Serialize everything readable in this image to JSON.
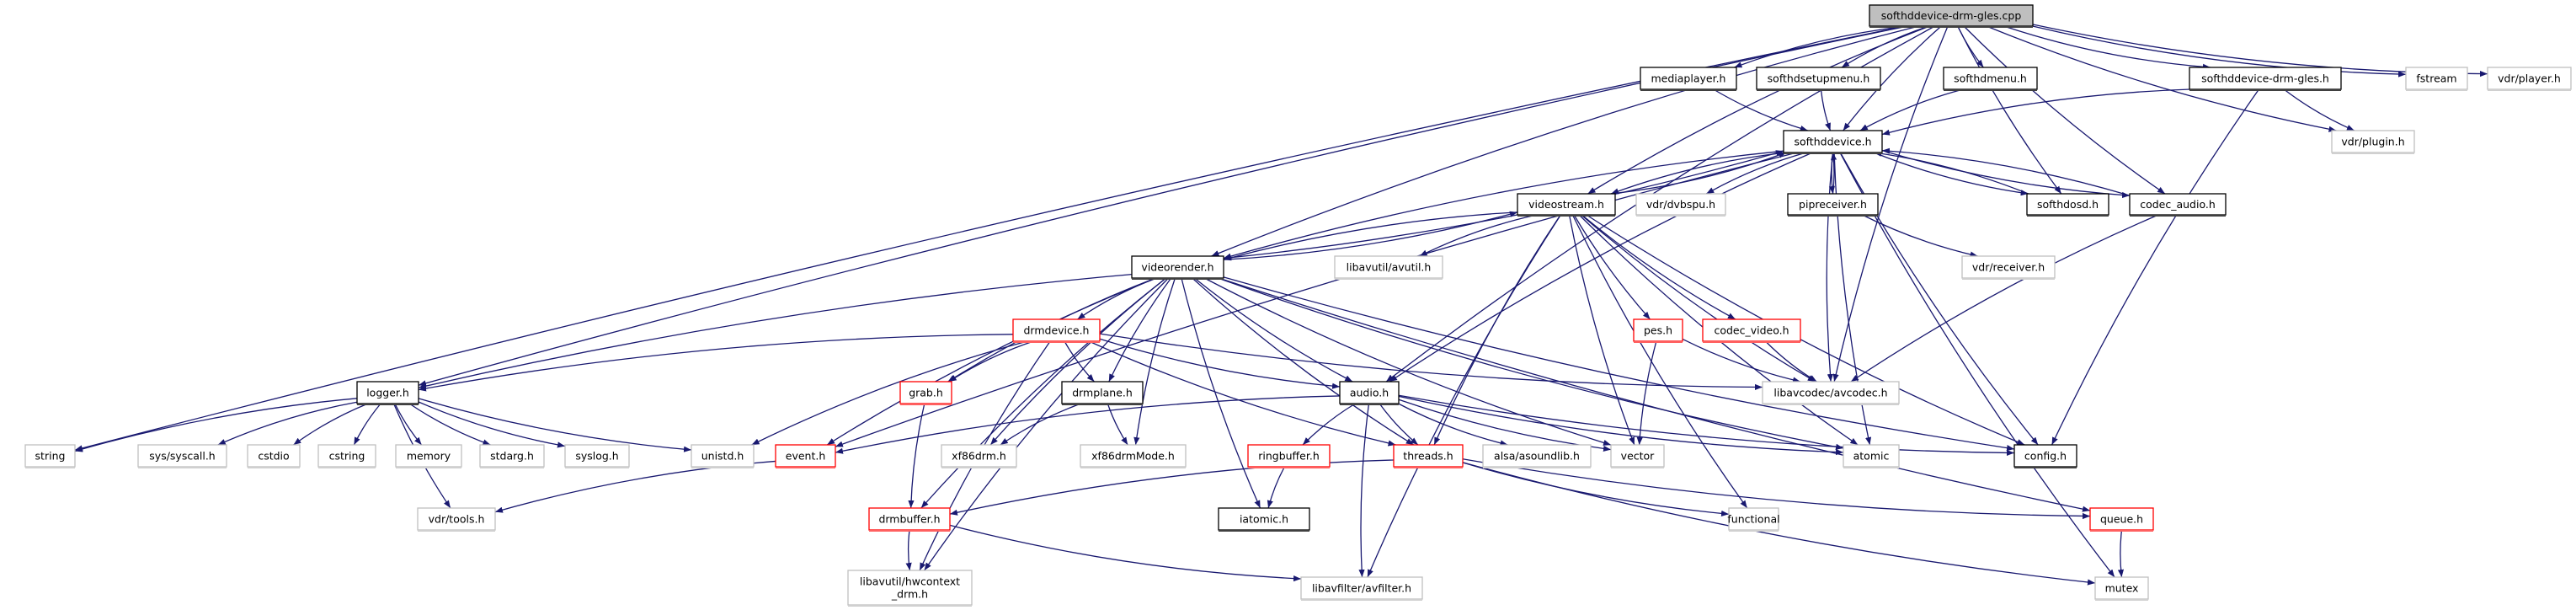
{
  "diagram": {
    "colors": {
      "edge": "#191970",
      "root_fill": "#bfbfbf",
      "documented_border": "#000000",
      "external_border": "#bfbfbf",
      "truncated_border": "#ff0000"
    },
    "nodes": [
      {
        "id": "root",
        "label": "softhddevice-drm-gles.cpp",
        "kind": "root"
      },
      {
        "id": "mediaplayer",
        "label": "mediaplayer.h",
        "kind": "documented"
      },
      {
        "id": "softhdsetupmenu",
        "label": "softhdsetupmenu.h",
        "kind": "documented"
      },
      {
        "id": "softhdmenu",
        "label": "softhdmenu.h",
        "kind": "documented"
      },
      {
        "id": "drmgles_h",
        "label": "softhddevice-drm-gles.h",
        "kind": "documented"
      },
      {
        "id": "fstream",
        "label": "fstream",
        "kind": "external"
      },
      {
        "id": "vdrplayer",
        "label": "vdr/player.h",
        "kind": "external"
      },
      {
        "id": "softhddevice",
        "label": "softhddevice.h",
        "kind": "documented"
      },
      {
        "id": "vdrplugin",
        "label": "vdr/plugin.h",
        "kind": "external"
      },
      {
        "id": "videostream",
        "label": "videostream.h",
        "kind": "documented"
      },
      {
        "id": "vdrdvbspu",
        "label": "vdr/dvbspu.h",
        "kind": "external"
      },
      {
        "id": "pipreceiver",
        "label": "pipreceiver.h",
        "kind": "documented"
      },
      {
        "id": "softhdosd",
        "label": "softhdosd.h",
        "kind": "documented"
      },
      {
        "id": "codec_audio",
        "label": "codec_audio.h",
        "kind": "documented"
      },
      {
        "id": "videorender",
        "label": "videorender.h",
        "kind": "documented"
      },
      {
        "id": "avutil",
        "label": "libavutil/avutil.h",
        "kind": "external"
      },
      {
        "id": "vdrreceiver",
        "label": "vdr/receiver.h",
        "kind": "external"
      },
      {
        "id": "drmdevice",
        "label": "drmdevice.h",
        "kind": "truncated"
      },
      {
        "id": "pes",
        "label": "pes.h",
        "kind": "truncated"
      },
      {
        "id": "codec_video",
        "label": "codec_video.h",
        "kind": "truncated"
      },
      {
        "id": "logger",
        "label": "logger.h",
        "kind": "documented"
      },
      {
        "id": "grab",
        "label": "grab.h",
        "kind": "truncated"
      },
      {
        "id": "drmplane",
        "label": "drmplane.h",
        "kind": "documented"
      },
      {
        "id": "audio",
        "label": "audio.h",
        "kind": "documented"
      },
      {
        "id": "avcodec",
        "label": "libavcodec/avcodec.h",
        "kind": "external"
      },
      {
        "id": "string",
        "label": "string",
        "kind": "external"
      },
      {
        "id": "syscall",
        "label": "sys/syscall.h",
        "kind": "external"
      },
      {
        "id": "cstdio",
        "label": "cstdio",
        "kind": "external"
      },
      {
        "id": "cstring",
        "label": "cstring",
        "kind": "external"
      },
      {
        "id": "memory",
        "label": "memory",
        "kind": "external"
      },
      {
        "id": "stdarg",
        "label": "stdarg.h",
        "kind": "external"
      },
      {
        "id": "syslog",
        "label": "syslog.h",
        "kind": "external"
      },
      {
        "id": "unistd",
        "label": "unistd.h",
        "kind": "external"
      },
      {
        "id": "event",
        "label": "event.h",
        "kind": "truncated"
      },
      {
        "id": "xf86drm",
        "label": "xf86drm.h",
        "kind": "external"
      },
      {
        "id": "xf86drmMode",
        "label": "xf86drmMode.h",
        "kind": "external"
      },
      {
        "id": "ringbuffer",
        "label": "ringbuffer.h",
        "kind": "truncated"
      },
      {
        "id": "threads",
        "label": "threads.h",
        "kind": "truncated"
      },
      {
        "id": "alsa",
        "label": "alsa/asoundlib.h",
        "kind": "external"
      },
      {
        "id": "vector",
        "label": "vector",
        "kind": "external"
      },
      {
        "id": "atomic",
        "label": "atomic",
        "kind": "external"
      },
      {
        "id": "config",
        "label": "config.h",
        "kind": "documented"
      },
      {
        "id": "vdrtools",
        "label": "vdr/tools.h",
        "kind": "external"
      },
      {
        "id": "drmbuffer",
        "label": "drmbuffer.h",
        "kind": "truncated"
      },
      {
        "id": "iatomic",
        "label": "iatomic.h",
        "kind": "documented"
      },
      {
        "id": "functional",
        "label": "functional",
        "kind": "external"
      },
      {
        "id": "queue",
        "label": "queue.h",
        "kind": "truncated"
      },
      {
        "id": "hwcontext",
        "label": "libavutil/hwcontext\n_drm.h",
        "kind": "external"
      },
      {
        "id": "avfilter",
        "label": "libavfilter/avfilter.h",
        "kind": "external"
      },
      {
        "id": "mutex",
        "label": "mutex",
        "kind": "external"
      }
    ],
    "edges": [
      [
        "root",
        "mediaplayer"
      ],
      [
        "root",
        "softhdsetupmenu"
      ],
      [
        "root",
        "softhdmenu"
      ],
      [
        "root",
        "softhddevice"
      ],
      [
        "root",
        "drmgles_h"
      ],
      [
        "root",
        "fstream"
      ],
      [
        "root",
        "vdrplayer"
      ],
      [
        "root",
        "vdrplugin"
      ],
      [
        "root",
        "softhdosd"
      ],
      [
        "root",
        "codec_audio"
      ],
      [
        "root",
        "videostream"
      ],
      [
        "root",
        "videorender"
      ],
      [
        "root",
        "audio"
      ],
      [
        "root",
        "logger"
      ],
      [
        "root",
        "string"
      ],
      [
        "root",
        "avcodec"
      ],
      [
        "mediaplayer",
        "softhddevice"
      ],
      [
        "softhdsetupmenu",
        "softhddevice"
      ],
      [
        "softhdmenu",
        "softhddevice"
      ],
      [
        "drmgles_h",
        "softhddevice"
      ],
      [
        "drmgles_h",
        "vdrplugin"
      ],
      [
        "drmgles_h",
        "config"
      ],
      [
        "softhddevice",
        "videostream"
      ],
      [
        "softhddevice",
        "vdrdvbspu"
      ],
      [
        "softhddevice",
        "pipreceiver"
      ],
      [
        "softhddevice",
        "softhdosd"
      ],
      [
        "softhddevice",
        "codec_audio"
      ],
      [
        "softhddevice",
        "videorender"
      ],
      [
        "softhddevice",
        "audio"
      ],
      [
        "softhddevice",
        "event"
      ],
      [
        "softhddevice",
        "avcodec"
      ],
      [
        "softhddevice",
        "atomic"
      ],
      [
        "softhddevice",
        "config"
      ],
      [
        "softhddevice",
        "mutex"
      ],
      [
        "pipreceiver",
        "softhddevice"
      ],
      [
        "pipreceiver",
        "vdrreceiver"
      ],
      [
        "softhdosd",
        "softhddevice"
      ],
      [
        "codec_audio",
        "softhddevice"
      ],
      [
        "codec_audio",
        "avcodec"
      ],
      [
        "videostream",
        "softhddevice"
      ],
      [
        "videostream",
        "videorender"
      ],
      [
        "videostream",
        "avutil"
      ],
      [
        "videostream",
        "pes"
      ],
      [
        "videostream",
        "codec_video"
      ],
      [
        "videostream",
        "avcodec"
      ],
      [
        "videostream",
        "threads"
      ],
      [
        "videostream",
        "vector"
      ],
      [
        "videostream",
        "atomic"
      ],
      [
        "videostream",
        "functional"
      ],
      [
        "videostream",
        "avfilter"
      ],
      [
        "videostream",
        "config"
      ],
      [
        "videorender",
        "softhddevice"
      ],
      [
        "videorender",
        "videostream"
      ],
      [
        "videorender",
        "logger"
      ],
      [
        "videorender",
        "drmdevice"
      ],
      [
        "videorender",
        "grab"
      ],
      [
        "videorender",
        "drmplane"
      ],
      [
        "videorender",
        "xf86drm"
      ],
      [
        "videorender",
        "xf86drmMode"
      ],
      [
        "videorender",
        "event"
      ],
      [
        "videorender",
        "drmbuffer"
      ],
      [
        "videorender",
        "iatomic"
      ],
      [
        "videorender",
        "threads"
      ],
      [
        "videorender",
        "audio"
      ],
      [
        "videorender",
        "vector"
      ],
      [
        "videorender",
        "atomic"
      ],
      [
        "videorender",
        "queue"
      ],
      [
        "videorender",
        "config"
      ],
      [
        "videorender",
        "hwcontext"
      ],
      [
        "drmdevice",
        "logger"
      ],
      [
        "drmdevice",
        "grab"
      ],
      [
        "drmdevice",
        "drmplane"
      ],
      [
        "drmdevice",
        "audio"
      ],
      [
        "drmdevice",
        "unistd"
      ],
      [
        "drmdevice",
        "hwcontext"
      ],
      [
        "drmdevice",
        "threads"
      ],
      [
        "drmdevice",
        "avcodec"
      ],
      [
        "logger",
        "string"
      ],
      [
        "logger",
        "syscall"
      ],
      [
        "logger",
        "cstdio"
      ],
      [
        "logger",
        "cstring"
      ],
      [
        "logger",
        "memory"
      ],
      [
        "logger",
        "stdarg"
      ],
      [
        "logger",
        "syslog"
      ],
      [
        "logger",
        "unistd"
      ],
      [
        "logger",
        "vdrtools"
      ],
      [
        "grab",
        "drmbuffer"
      ],
      [
        "drmplane",
        "xf86drm"
      ],
      [
        "drmplane",
        "xf86drmMode"
      ],
      [
        "event",
        "vdrtools"
      ],
      [
        "drmbuffer",
        "hwcontext"
      ],
      [
        "drmbuffer",
        "avfilter"
      ],
      [
        "ringbuffer",
        "iatomic"
      ],
      [
        "threads",
        "drmbuffer"
      ],
      [
        "threads",
        "functional"
      ],
      [
        "threads",
        "queue"
      ],
      [
        "threads",
        "mutex"
      ],
      [
        "audio",
        "ringbuffer"
      ],
      [
        "audio",
        "threads"
      ],
      [
        "audio",
        "alsa"
      ],
      [
        "audio",
        "vector"
      ],
      [
        "audio",
        "atomic"
      ],
      [
        "audio",
        "config"
      ],
      [
        "audio",
        "avfilter"
      ],
      [
        "audio",
        "event"
      ],
      [
        "pes",
        "vector"
      ],
      [
        "pes",
        "avcodec"
      ],
      [
        "codec_video",
        "avcodec"
      ],
      [
        "queue",
        "mutex"
      ]
    ]
  }
}
